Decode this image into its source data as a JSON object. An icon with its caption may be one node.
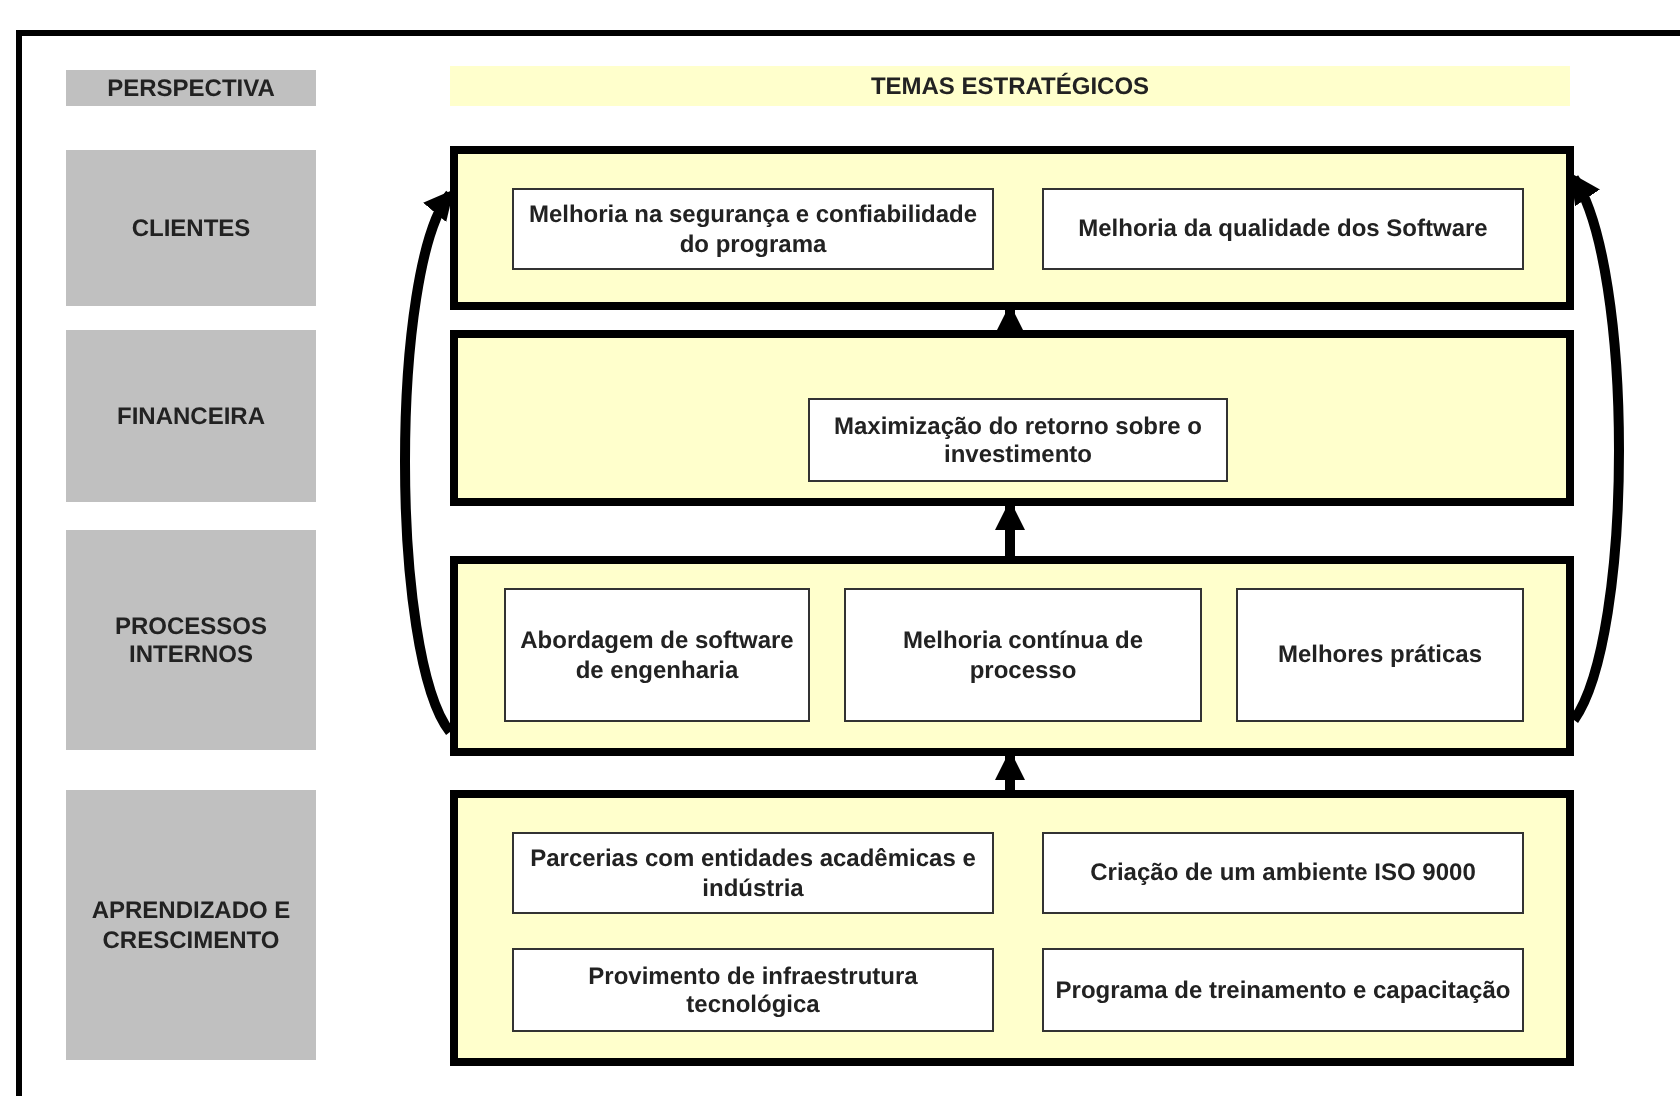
{
  "diagram": {
    "nodes": [
      {
        "text": [
          "PERSPECTIVA"
        ]
      },
      {
        "text": [
          "TEMAS ESTRATÉGICOS"
        ]
      },
      {
        "text": [
          "CLIENTES"
        ]
      },
      {
        "text": [],
        "shape": "box"
      },
      {
        "text": [
          "Melhoria na segurança e confiabilidade do programa"
        ],
        "in": 3
      },
      {
        "text": [
          "Melhoria da qualidade dos Software"
        ],
        "in": 3
      },
      {
        "text": [
          "FINANCEIRA"
        ]
      },
      {
        "text": [],
        "shape": "box"
      },
      {
        "text": [
          "Maximização do retorno sobre o investimento"
        ],
        "in": 7
      },
      {
        "text": [
          "PROCESSOS INTERNOS"
        ]
      },
      {
        "text": [],
        "shape": "box"
      },
      {
        "text": [
          "Abordagem de software de engenharia"
        ],
        "in": 10
      },
      {
        "text": [
          "Melhoria contínua de processo"
        ],
        "in": 10
      },
      {
        "text": [
          "Melhores práticas"
        ],
        "in": 10
      },
      {
        "text": [
          "APRENDIZADO E CRESCIMENTO"
        ]
      },
      {
        "text": [],
        "shape": "box"
      },
      {
        "text": [
          "Parcerias com entidades acadêmicas e indústria"
        ],
        "in": 15
      },
      {
        "text": [
          "Criação de um ambiente ISO 9000"
        ],
        "in": 15
      },
      {
        "text": [
          "Provimento de infraestrutura tecnológica"
        ],
        "in": 15
      },
      {
        "text": [
          "Programa de treinamento e capacitação"
        ],
        "in": 15
      }
    ],
    "edges": [
      {
        "from": 15,
        "to": 10,
        "arrow": "to"
      },
      {
        "from": 10,
        "to": 7,
        "arrow": "to"
      },
      {
        "from": 7,
        "to": 3,
        "arrow": "to"
      },
      {
        "from": 10,
        "to": 3,
        "arrow": "to"
      },
      {
        "from": 10,
        "to": 3,
        "arrow": "to"
      }
    ]
  }
}
